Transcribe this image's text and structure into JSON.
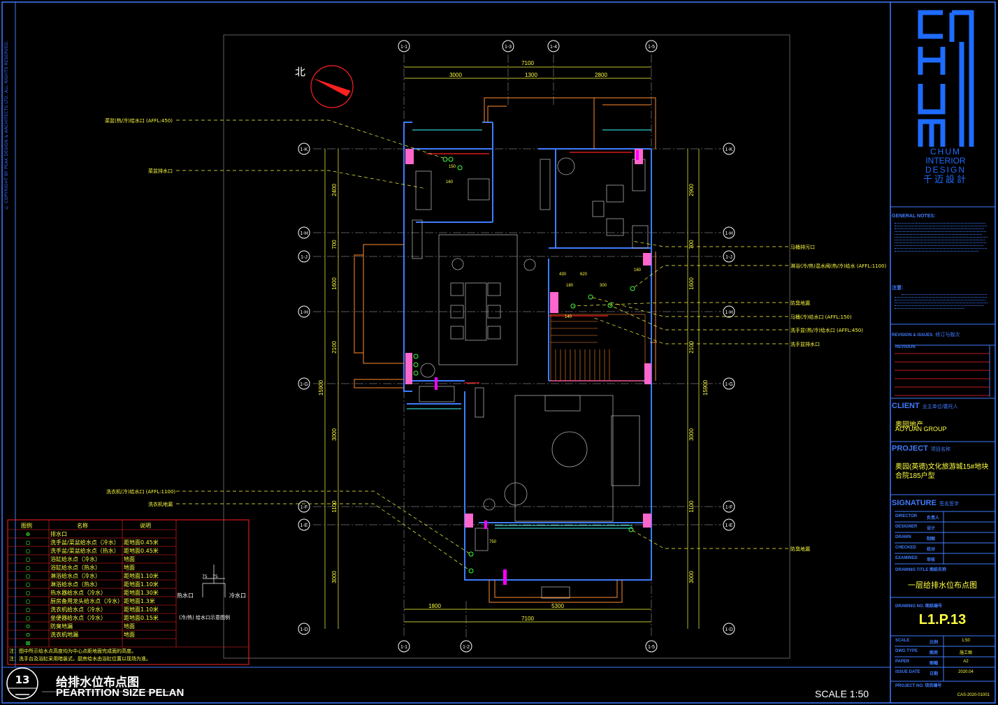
{
  "sheet": {
    "copyright": "© COPYRIGHT BY PEAK DESIGN & ARCHITECTS LTD. ALL RIGHTS RESERVED.",
    "north_label": "北",
    "drawing_no_circle": "13",
    "title_cn": "给排水位布点图",
    "title_en": "PEARTITION SIZE PELAN",
    "scale": "SCALE  1:50"
  },
  "grid": {
    "top": [
      "1-1",
      "1-3",
      "1-4",
      "1-5"
    ],
    "bottom": [
      "1-1",
      "1-2",
      "1-5"
    ],
    "left": [
      "1-K",
      "1-H",
      "1-J",
      "1-H",
      "1-G",
      "1-F",
      "1-E",
      "1-D"
    ],
    "right": [
      "1-K",
      "1-H",
      "1-J",
      "1-H",
      "1-G",
      "1-F",
      "1-E",
      "1-D"
    ]
  },
  "dims": {
    "top_total": "7100",
    "top_parts": [
      "3000",
      "1300",
      "2800"
    ],
    "bottom_total": "7100",
    "bottom_parts": [
      "1800",
      "5300"
    ],
    "left_total": "15900",
    "left_parts": [
      "2400",
      "700",
      "1600",
      "2100",
      "3000",
      "1100",
      "3000"
    ],
    "right_total": "15900",
    "right_parts": [
      "2900",
      "700",
      "1600",
      "2100",
      "3000",
      "1100",
      "3000"
    ],
    "inner": [
      "150",
      "160",
      "620",
      "430",
      "180",
      "300",
      "160",
      "140",
      "750",
      "75",
      "75"
    ]
  },
  "callouts": {
    "left": [
      "菜盆(热/冷)给水口 (AFFL:450)",
      "菜盆排水口",
      "洗衣机(冷)给水口 (AFFL:1100)",
      "洗衣机地漏"
    ],
    "right": [
      "马桶排污口",
      "淋浴(冷/热)混水阀(热/冷)给水 (AFFL:1100)",
      "防臭地漏",
      "马桶(冷)给水口 (AFFL:150)",
      "洗手盆(热/冷)给水口 (AFFL:450)",
      "洗手盆排水口",
      "防臭地漏"
    ]
  },
  "legend": {
    "headers": [
      "图例",
      "名称",
      "说明"
    ],
    "rows": [
      [
        "排水口",
        ""
      ],
      [
        "洗手盆/菜盆给水点（冷水）",
        "距地面0.45米"
      ],
      [
        "洗手盆/菜盆给水点（热水）",
        "距地面0.45米"
      ],
      [
        "浴缸给水点（冷水）",
        "地面"
      ],
      [
        "浴缸给水点（热水）",
        "地面"
      ],
      [
        "淋浴给水点（冷水）",
        "距地面1.10米"
      ],
      [
        "淋浴给水点（热水）",
        "距地面1.10米"
      ],
      [
        "热水器给水点（冷水）",
        "距地面1.30米"
      ],
      [
        "厨房备用龙头给水点（冷水）",
        "距地面1.3米"
      ],
      [
        "洗衣机给水点（冷水）",
        "距地面1.10米"
      ],
      [
        "坐便器给水点（冷水）",
        "距地面0.15米"
      ],
      [
        "防臭地漏",
        "地面"
      ],
      [
        "洗衣机地漏",
        "地面"
      ]
    ],
    "notes": [
      "注：图中所示给水点高度均为中心点距地面完成面的高度。",
      "注：洗手台及浴缸采用暗装式，厨房给水由浴缸位置以现场为准。"
    ],
    "detail_labels": [
      "热水口",
      "冷水口",
      "(冷/热) 给水口示意图例"
    ],
    "detail_dims": [
      "75",
      "75"
    ]
  },
  "title_block": {
    "logo_name": [
      "CHUM",
      "INTERIOR",
      "DESIGN"
    ],
    "logo_cn": "千迈設計",
    "general_notes_title": "GENERAL NOTES:",
    "general_notes_cn": "注意:",
    "revision_title": "REVISION & ISSUES",
    "revision_title_cn": "修订与版次",
    "revision_col": "REVISION",
    "client_title": "CLIENT",
    "client_title_cn": "业主单位/委托人",
    "client_cn": "奥园地产",
    "client_en": "AOYUAN GROUP",
    "project_title": "PROJECT",
    "project_title_cn": "项目名称",
    "project_name_1": "奥园(英德)文化旅游城15#地块",
    "project_name_2": "合院185户型",
    "signature_title": "SIGNATURE",
    "signature_title_cn": "签名签字",
    "signature_rows": [
      [
        "DIRECTOR",
        "负责人"
      ],
      [
        "DESIGNER",
        "设计"
      ],
      [
        "DRAWN",
        "制图"
      ],
      [
        "CHECKED",
        "校对"
      ],
      [
        "EXAMINED",
        "审核"
      ]
    ],
    "drawing_title_label": "DRAWING TITLE",
    "drawing_title_label_cn": "图纸名称",
    "drawing_title": "一层给排水位布点图",
    "drawing_no_label": "DRAWING NO.",
    "drawing_no_label_cn": "图纸编号",
    "drawing_no": "L1.P.13",
    "info_rows": [
      [
        "SCALE",
        "比例",
        "1:50"
      ],
      [
        "DWG TYPE",
        "图类",
        "施工图"
      ],
      [
        "PAPER",
        "图幅",
        "A2"
      ],
      [
        "ISSUE DATE",
        "日期",
        "2020.04"
      ]
    ],
    "project_no_label": "PROJECT NO.",
    "project_no_label_cn": "项目编号",
    "project_no": "CAS-2020-01001"
  }
}
